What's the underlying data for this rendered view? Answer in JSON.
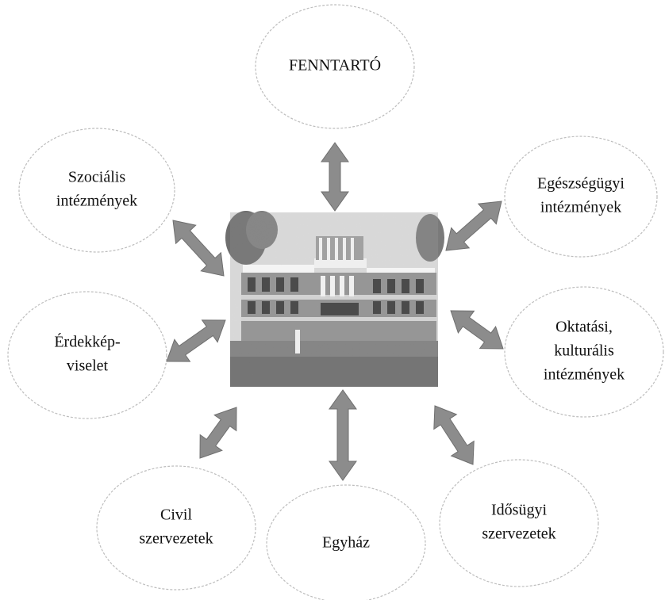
{
  "diagram": {
    "center": {
      "icon": "building-photo",
      "photo_colors": {
        "sky": "#d9d9d9",
        "facade": "#8a8a8a",
        "dark": "#3a3a3a",
        "light": "#f2f2f2",
        "grass": "#7a7a7a"
      }
    },
    "nodes": [
      {
        "id": "fenntarto",
        "lines": [
          "FENNTARTÓ"
        ]
      },
      {
        "id": "szocialis",
        "lines": [
          "Szociális",
          "intézmények"
        ]
      },
      {
        "id": "egeszsegugyi",
        "lines": [
          "Egészségügyi",
          "intézmények"
        ]
      },
      {
        "id": "erdekkepviselet",
        "lines": [
          "Érdekkép-",
          "viselet"
        ]
      },
      {
        "id": "oktatasi",
        "lines": [
          "Oktatási,",
          "kulturális",
          "intézmények"
        ]
      },
      {
        "id": "civil",
        "lines": [
          "Civil",
          "szervezetek"
        ]
      },
      {
        "id": "egyhaz",
        "lines": [
          "Egyház"
        ]
      },
      {
        "id": "idosugyi",
        "lines": [
          "Idősügyi",
          "szervezetek"
        ]
      }
    ],
    "colors": {
      "arrow_fill": "#8c8c8c",
      "arrow_stroke": "#6f6f6f",
      "ellipse_stroke": "#bdbdbd",
      "text": "#111111"
    }
  }
}
